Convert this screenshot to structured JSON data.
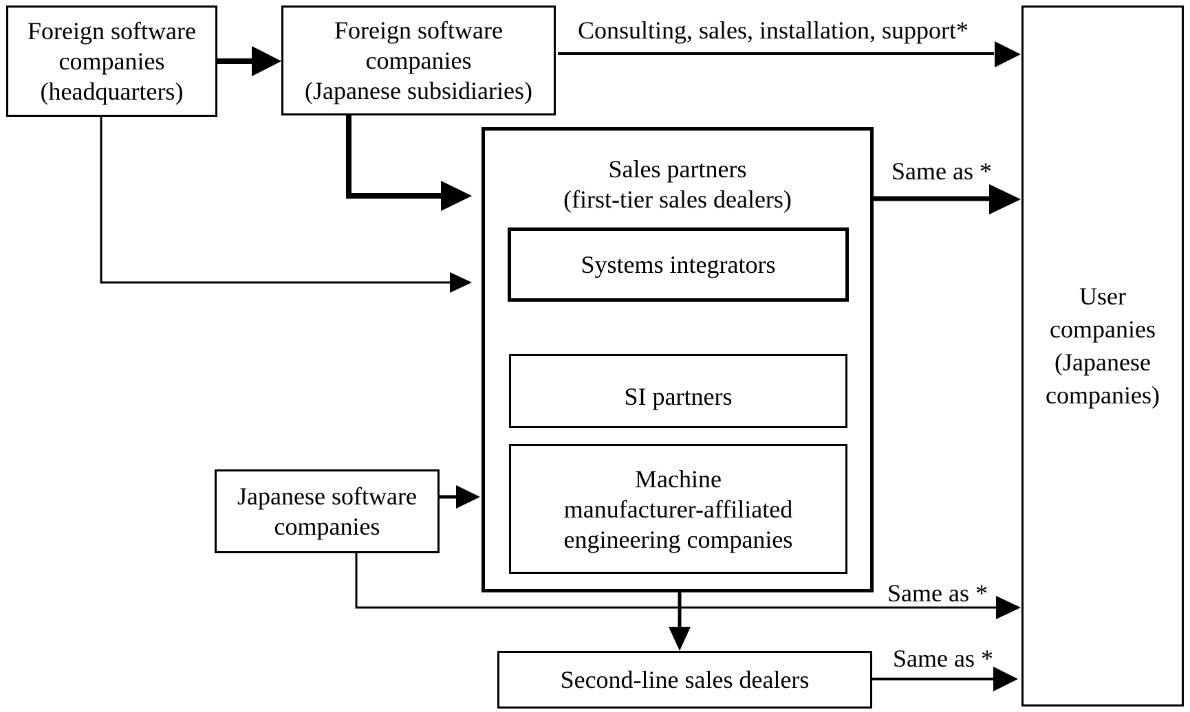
{
  "diagram": {
    "nodes": {
      "foreign_hq": {
        "lines": [
          "Foreign software",
          "companies",
          "(headquarters)"
        ]
      },
      "foreign_sub": {
        "lines": [
          "Foreign software",
          "companies",
          "(Japanese subsidiaries)"
        ]
      },
      "sales_partners": {
        "lines": [
          "Sales partners",
          "(first-tier sales dealers)"
        ]
      },
      "systems_integrators": {
        "lines": [
          "Systems integrators"
        ]
      },
      "si_partners": {
        "lines": [
          "SI partners"
        ]
      },
      "machine_eng": {
        "lines": [
          "Machine",
          "manufacturer-affiliated",
          "engineering companies"
        ]
      },
      "japanese_sw": {
        "lines": [
          "Japanese software",
          "companies"
        ]
      },
      "second_line": {
        "lines": [
          "Second-line sales dealers"
        ]
      },
      "user_companies": {
        "lines": [
          "User",
          "companies",
          "(Japanese",
          "companies)"
        ]
      }
    },
    "edge_labels": {
      "consulting": "Consulting, sales, installation, support*",
      "same_as_sales": "Same as *",
      "same_as_japanese": "Same as *",
      "same_as_second": "Same as *"
    },
    "edges": [
      {
        "from": "foreign_hq",
        "to": "foreign_sub",
        "weight": "thick"
      },
      {
        "from": "foreign_sub",
        "to": "user_companies",
        "label": "consulting",
        "weight": "medium"
      },
      {
        "from": "foreign_sub",
        "to": "sales_partners",
        "weight": "thick"
      },
      {
        "from": "foreign_hq",
        "to": "sales_partners",
        "weight": "thin"
      },
      {
        "from": "sales_partners",
        "to": "user_companies",
        "label": "same_as_sales",
        "weight": "thick"
      },
      {
        "from": "japanese_sw",
        "to": "sales_partners",
        "weight": "medium"
      },
      {
        "from": "japanese_sw",
        "to": "user_companies",
        "label": "same_as_japanese",
        "weight": "thin"
      },
      {
        "from": "sales_partners",
        "to": "second_line",
        "weight": "medium"
      },
      {
        "from": "second_line",
        "to": "user_companies",
        "label": "same_as_second",
        "weight": "medium"
      }
    ]
  }
}
